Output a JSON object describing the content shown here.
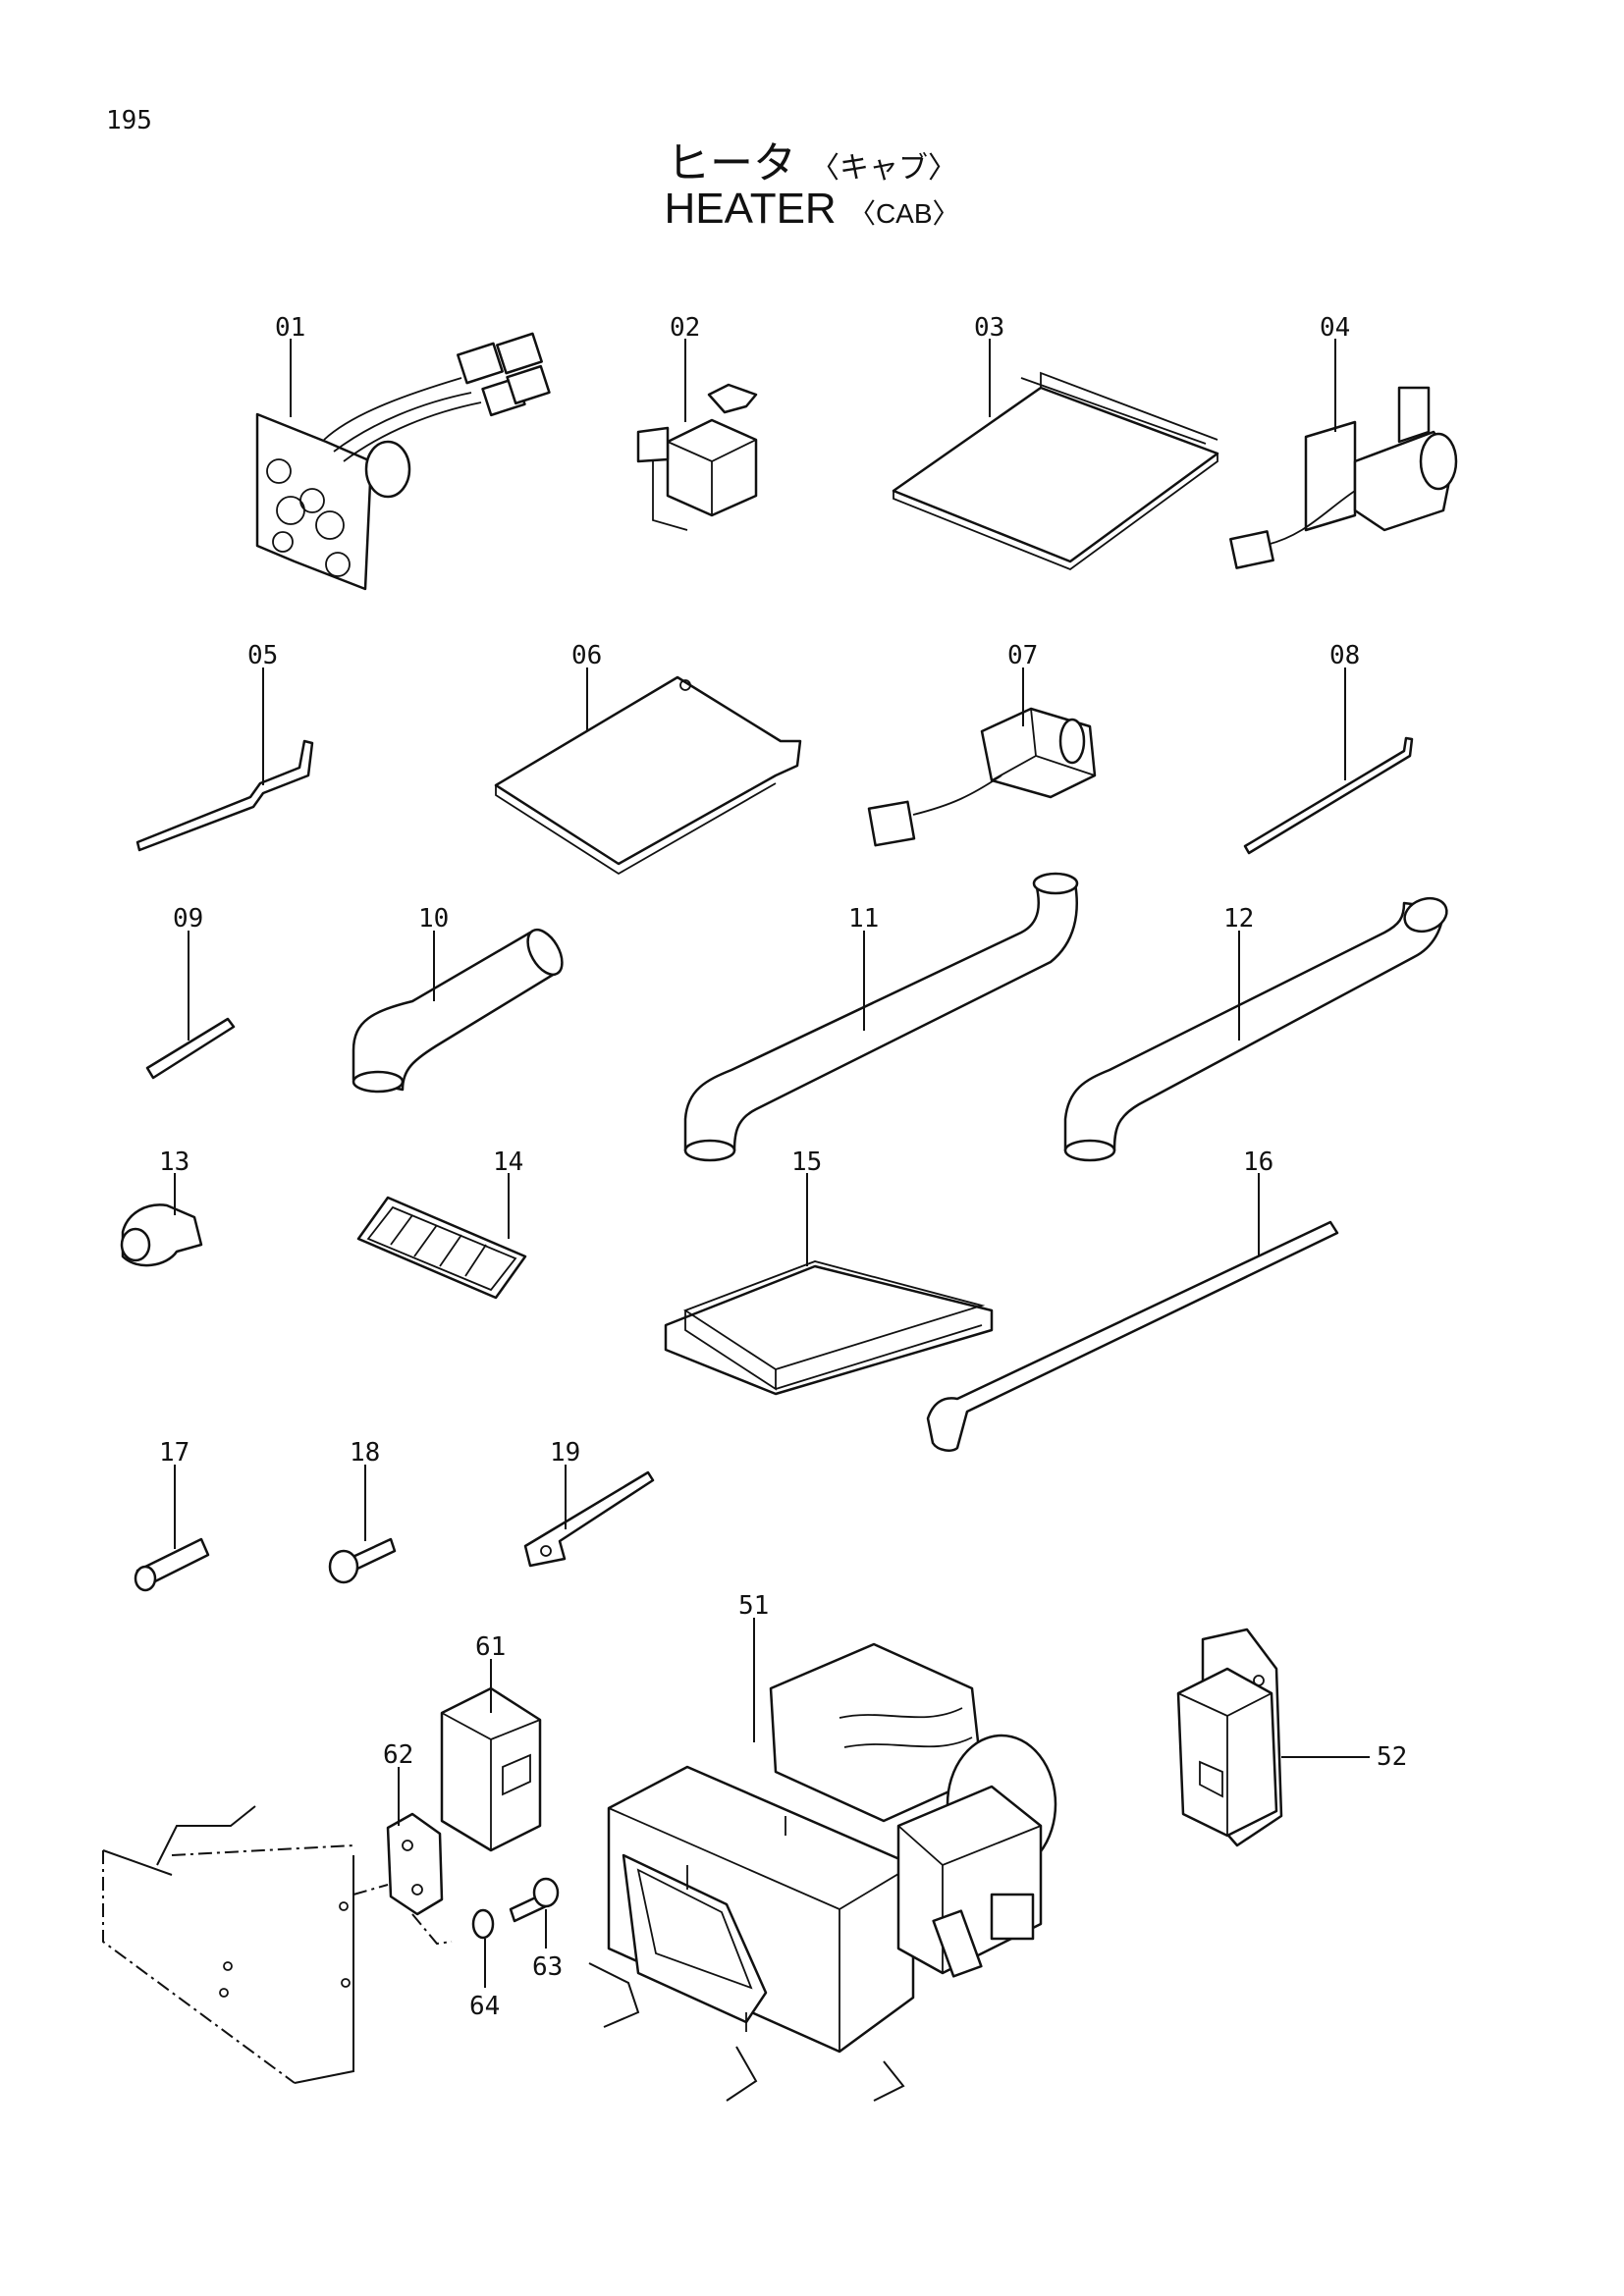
{
  "page_number": "195",
  "title": {
    "jp_main": "ヒータ",
    "jp_sub": "〈キャブ〉",
    "en_main": "HEATER",
    "en_sub": "〈CAB〉"
  },
  "callouts": {
    "p01": "01",
    "p02": "02",
    "p03": "03",
    "p04": "04",
    "p05": "05",
    "p06": "06",
    "p07": "07",
    "p08": "08",
    "p09": "09",
    "p10": "10",
    "p11": "11",
    "p12": "12",
    "p13": "13",
    "p14": "14",
    "p15": "15",
    "p16": "16",
    "p17": "17",
    "p18": "18",
    "p19": "19",
    "p51": "51",
    "p52": "52",
    "p61": "61",
    "p62": "62",
    "p63": "63",
    "p64": "64"
  }
}
